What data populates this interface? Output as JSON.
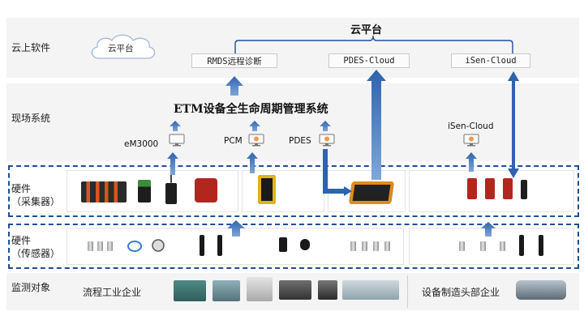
{
  "rows": {
    "cloud_software": "云上软件",
    "field_system": "现场系统",
    "hardware_collector": [
      "硬件",
      "（采集器）"
    ],
    "hardware_sensor": [
      "硬件",
      "（传感器）"
    ],
    "monitored_objects": "监测对象"
  },
  "cloud": {
    "bubble_label": "云平台",
    "platform_title": "云平台",
    "nodes": [
      "RMDS远程诊断",
      "PDES-Cloud",
      "iSen-Cloud"
    ]
  },
  "field": {
    "title": "ETM设备全生命周期管理系统",
    "systems": [
      "eM3000",
      "PCM",
      "PDES"
    ],
    "isen_label": "iSen-Cloud"
  },
  "objects": {
    "process_industry": "流程工业企业",
    "equipment_maker": "设备制造头部企业"
  },
  "colors": {
    "accent_blue": "#1f4e96",
    "arrow_blue": "#3b6fb6",
    "band_gray": "#f4f4f4"
  }
}
